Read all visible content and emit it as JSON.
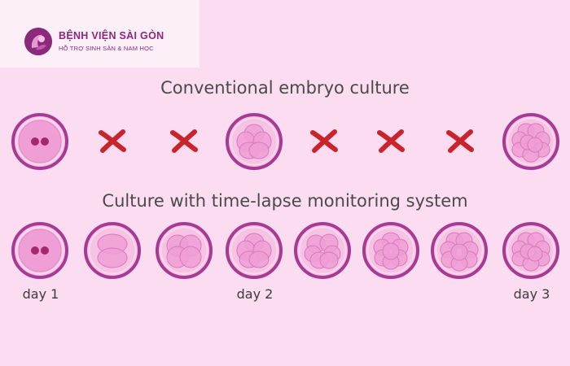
{
  "brand": {
    "name": "BỆNH VIỆN SÀI GÒN",
    "tagline": "HỖ TRỢ SINH SẢN & NAM HỌC"
  },
  "sections": [
    {
      "title": "Conventional embryo culture"
    },
    {
      "title": "Culture with time-lapse monitoring system"
    }
  ],
  "days": [
    "day 1",
    "day 2",
    "day 3"
  ],
  "colors": {
    "background": "#fbdcf0",
    "embryo_ring": "#a63a94",
    "embryo_fill": "#f6c3e4",
    "blastomere": "#ef9fd6",
    "pronucleus": "#a5286f",
    "cross": "#c9242c",
    "brand": "#8a2a7a"
  }
}
